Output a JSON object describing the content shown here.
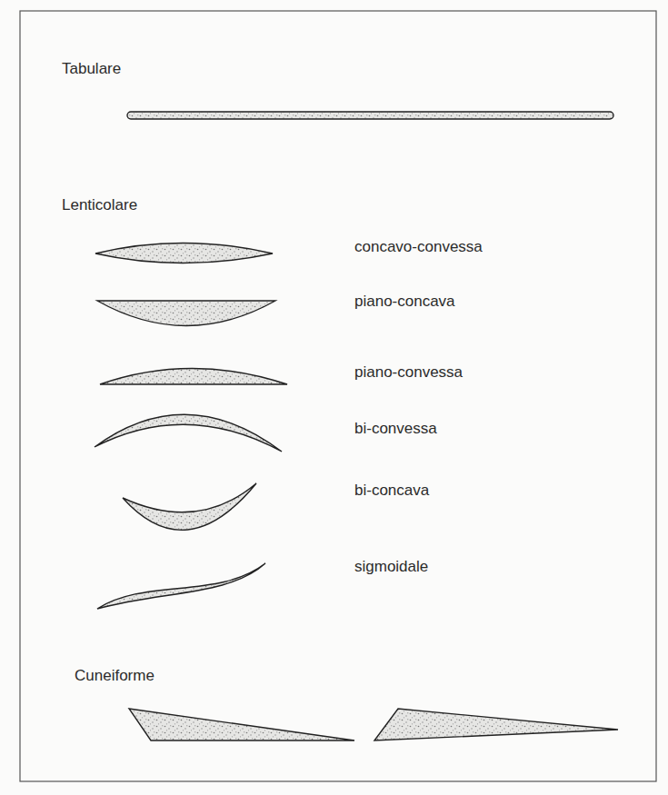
{
  "diagram": {
    "labels": [
      "Tabulare",
      "Lenticolare",
      "concavo-convessa",
      "piano-concava",
      "piano-convessa",
      "bi-convessa",
      "bi-concava",
      "sigmoidale",
      "Cuneiforme"
    ]
  }
}
